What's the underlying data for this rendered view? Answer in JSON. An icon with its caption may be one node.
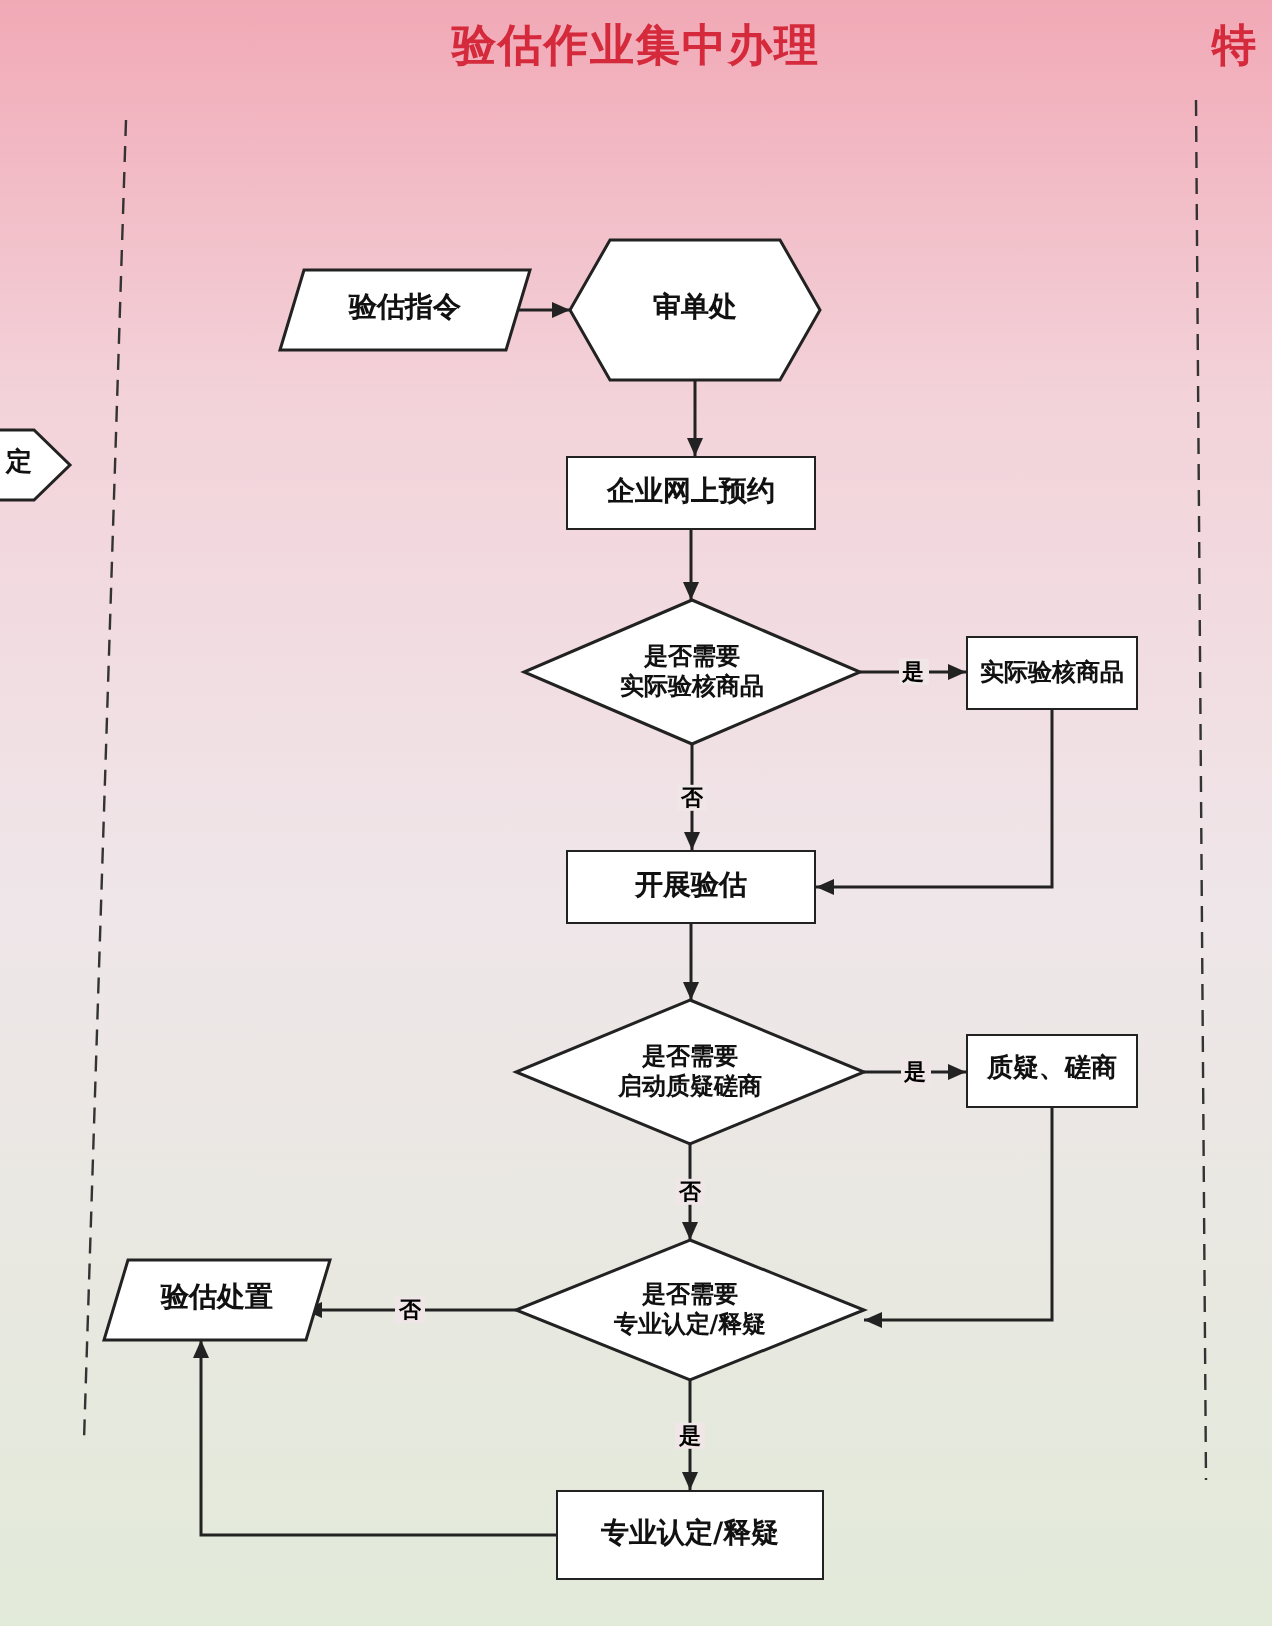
{
  "diagram": {
    "title": "验估作业集中办理",
    "nodes": [
      {
        "text": [
          "验估指令"
        ]
      },
      {
        "text": [
          "审单处"
        ]
      },
      {
        "text": [
          "企业网上预约"
        ]
      },
      {
        "text": [
          "是否需要",
          "实际验核商品"
        ]
      },
      {
        "text": [
          "实际验核商品"
        ]
      },
      {
        "text": [
          "开展验估"
        ]
      },
      {
        "text": [
          "是否需要",
          "启动质疑磋商"
        ]
      },
      {
        "text": [
          "质疑、磋商"
        ]
      },
      {
        "text": [
          "是否需要",
          "专业认定/释疑"
        ]
      },
      {
        "text": [
          "验估处置"
        ]
      },
      {
        "text": [
          "专业认定/释疑"
        ]
      },
      {
        "text": [
          "定"
        ]
      }
    ],
    "edges": [
      {
        "from": 0,
        "to": 1,
        "arrow": "to"
      },
      {
        "from": 1,
        "to": 2,
        "arrow": "to"
      },
      {
        "from": 2,
        "to": 3,
        "arrow": "to"
      },
      {
        "from": 3,
        "to": 4,
        "arrow": "to",
        "label": "是"
      },
      {
        "from": 3,
        "to": 5,
        "arrow": "to",
        "label": "否"
      },
      {
        "from": 4,
        "to": 5,
        "arrow": "to"
      },
      {
        "from": 5,
        "to": 6,
        "arrow": "to"
      },
      {
        "from": 6,
        "to": 7,
        "arrow": "to",
        "label": "是"
      },
      {
        "from": 6,
        "to": 8,
        "arrow": "to",
        "label": "否"
      },
      {
        "from": 7,
        "to": 8,
        "arrow": "to"
      },
      {
        "from": 8,
        "to": 9,
        "arrow": "to",
        "label": "否"
      },
      {
        "from": 8,
        "to": 10,
        "arrow": "to",
        "label": "是"
      },
      {
        "from": 10,
        "to": 9,
        "arrow": "to"
      }
    ],
    "labels": [
      "特"
    ]
  }
}
